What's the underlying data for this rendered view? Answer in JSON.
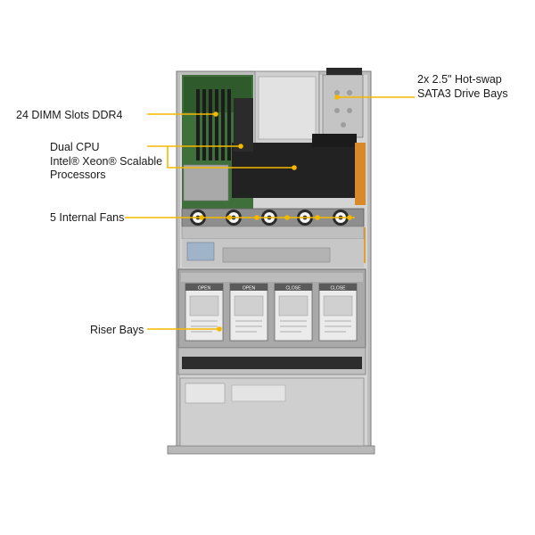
{
  "labels": {
    "dimm": "24 DIMM Slots DDR4",
    "cpu": [
      "Dual CPU",
      "Intel® Xeon® Scalable",
      "Processors"
    ],
    "fans": "5 Internal  Fans",
    "riser": "Riser Bays",
    "drives": [
      "2x 2.5\" Hot-swap",
      "SATA3 Drive Bays"
    ]
  },
  "riser_cards": [
    "OPEN",
    "OPEN",
    "CLOSE",
    "CLOSE"
  ],
  "fan_count": 5,
  "colors": {
    "callout": "#f5b800",
    "chassis": "#c9c9c9",
    "chassis_dark": "#8e8e8e",
    "board_green": "#3f6f3a",
    "shroud": "#222222"
  }
}
